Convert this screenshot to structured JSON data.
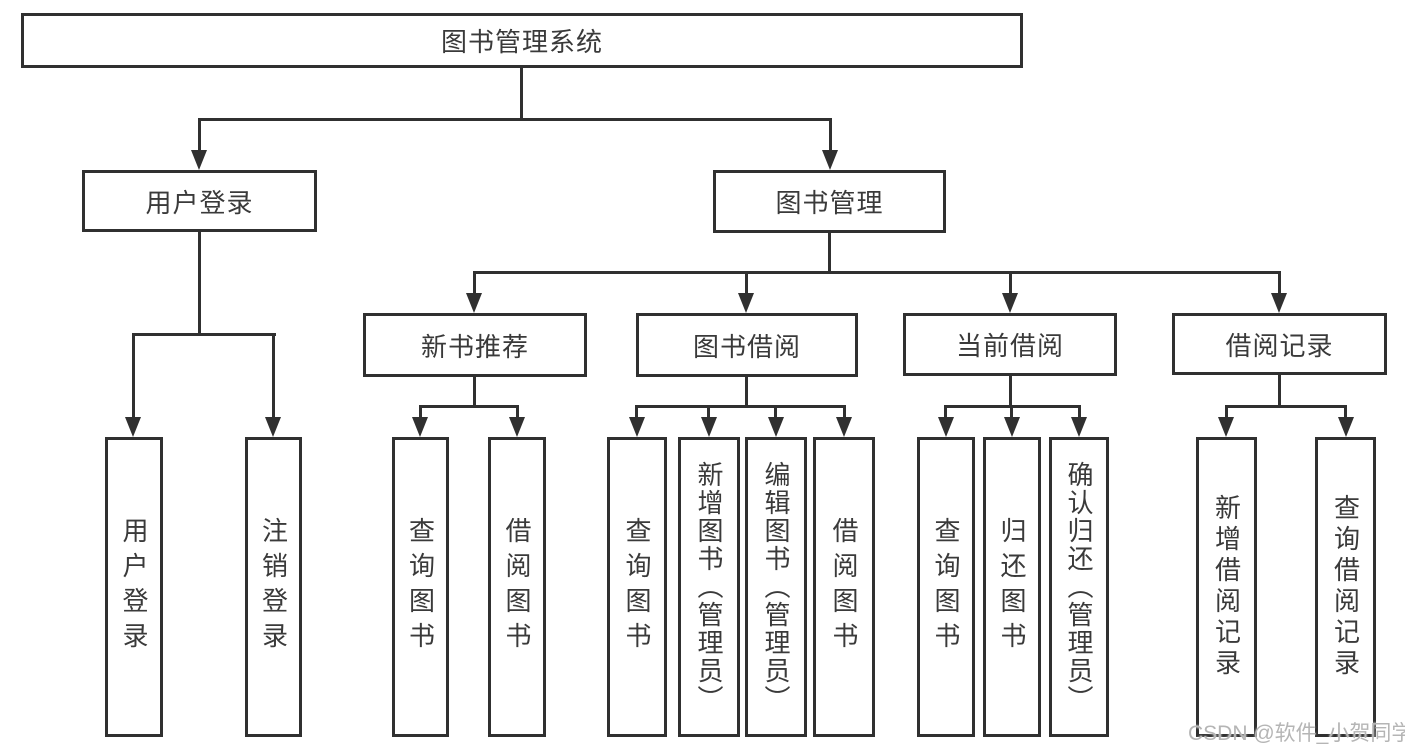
{
  "colors": {
    "line": "#303030",
    "text": "#3a3a3a",
    "background": "#ffffff",
    "watermark_text_color": "#b5b5b5"
  },
  "watermark": {
    "text": "CSDN @软件_小贺同学"
  },
  "diagram": {
    "root": {
      "label": "图书管理系统"
    },
    "branches": [
      {
        "label": "用户登录",
        "children": [
          {
            "label": "用户登录"
          },
          {
            "label": "注销登录"
          }
        ]
      },
      {
        "label": "图书管理",
        "children": [
          {
            "label": "新书推荐",
            "children": [
              {
                "label": "查询图书"
              },
              {
                "label": "借阅图书"
              }
            ]
          },
          {
            "label": "图书借阅",
            "children": [
              {
                "label": "查询图书"
              },
              {
                "label": "新增图书（管理员）"
              },
              {
                "label": "编辑图书（管理员）"
              },
              {
                "label": "借阅图书"
              }
            ]
          },
          {
            "label": "当前借阅",
            "children": [
              {
                "label": "查询图书"
              },
              {
                "label": "归还图书"
              },
              {
                "label": "确认归还（管理员）"
              }
            ]
          },
          {
            "label": "借阅记录",
            "children": [
              {
                "label": "新增借阅记录"
              },
              {
                "label": "查询借阅记录"
              }
            ]
          }
        ]
      }
    ]
  }
}
